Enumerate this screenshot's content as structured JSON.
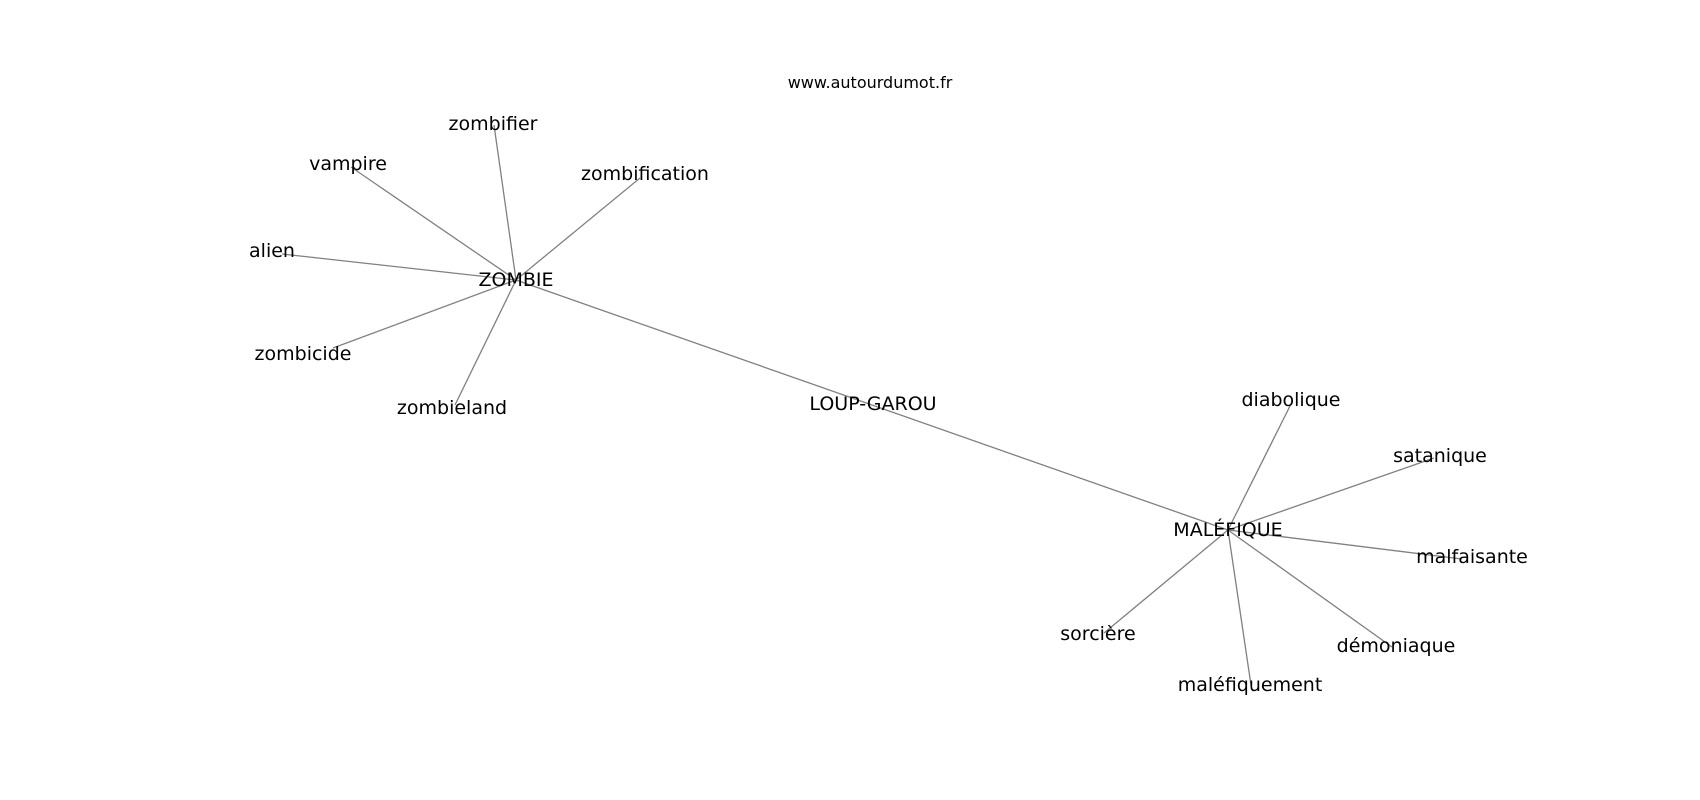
{
  "source": "www.autourdumot.fr",
  "colors": {
    "edge": "#808080",
    "text": "#000000",
    "background": "#ffffff"
  },
  "nodes": [
    {
      "id": "loup-garou",
      "label": "LOUP-GAROU"
    },
    {
      "id": "zombie",
      "label": "ZOMBIE"
    },
    {
      "id": "malefique",
      "label": "MALÉFIQUE"
    },
    {
      "id": "zombifier",
      "label": "zombifier"
    },
    {
      "id": "vampire",
      "label": "vampire"
    },
    {
      "id": "zombification",
      "label": "zombification"
    },
    {
      "id": "alien",
      "label": "alien"
    },
    {
      "id": "zombicide",
      "label": "zombicide"
    },
    {
      "id": "zombieland",
      "label": "zombieland"
    },
    {
      "id": "diabolique",
      "label": "diabolique"
    },
    {
      "id": "satanique",
      "label": "satanique"
    },
    {
      "id": "malfaisante",
      "label": "malfaisante"
    },
    {
      "id": "sorciere",
      "label": "sorcière"
    },
    {
      "id": "demoniaque",
      "label": "démoniaque"
    },
    {
      "id": "malefiquement",
      "label": "maléfiquement"
    }
  ],
  "edges": [
    [
      "zombie",
      "malefique"
    ],
    [
      "zombie",
      "zombifier"
    ],
    [
      "zombie",
      "vampire"
    ],
    [
      "zombie",
      "zombification"
    ],
    [
      "zombie",
      "alien"
    ],
    [
      "zombie",
      "zombicide"
    ],
    [
      "zombie",
      "zombieland"
    ],
    [
      "malefique",
      "diabolique"
    ],
    [
      "malefique",
      "satanique"
    ],
    [
      "malefique",
      "malfaisante"
    ],
    [
      "malefique",
      "sorciere"
    ],
    [
      "malefique",
      "demoniaque"
    ],
    [
      "malefique",
      "malefiquement"
    ]
  ]
}
